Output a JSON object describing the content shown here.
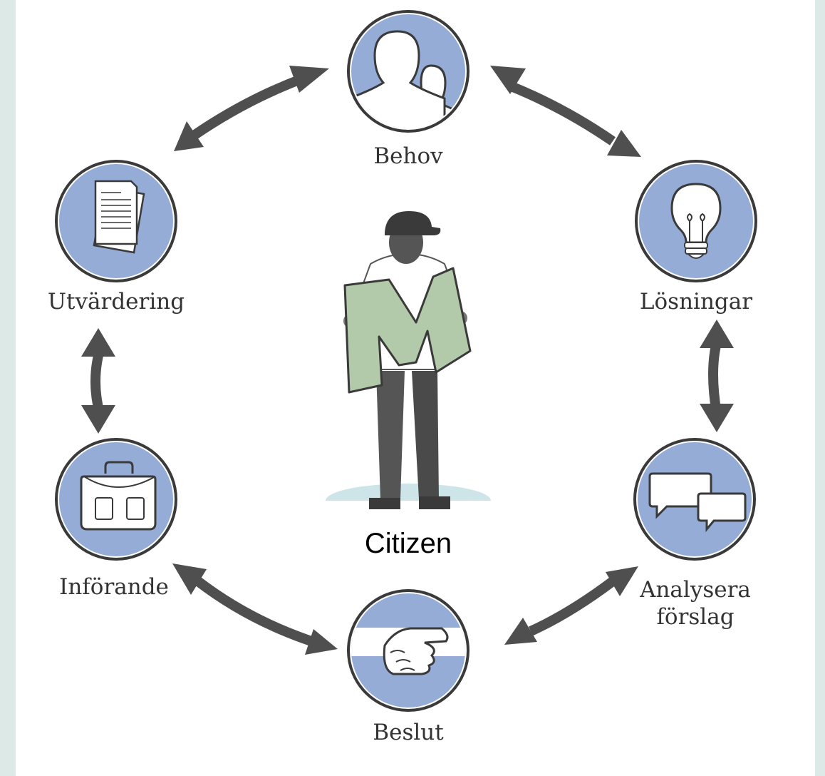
{
  "colors": {
    "frame": "#dde9e6",
    "node_fill": "#94acd6",
    "node_ring": "#3a3a3a",
    "arrow": "#4f4f4f",
    "letter_fill": "#b2c9aa",
    "ground": "#cde4e8",
    "person": "#555555"
  },
  "center": {
    "label": "Citizen",
    "letter": "M"
  },
  "nodes": [
    {
      "id": "behov",
      "label": "Behov",
      "icon": "people-icon"
    },
    {
      "id": "losningar",
      "label": "Lösningar",
      "icon": "lightbulb-icon"
    },
    {
      "id": "analysera",
      "label_line1": "Analysera",
      "label_line2": "förslag",
      "icon": "speech-bubbles-icon"
    },
    {
      "id": "beslut",
      "label": "Beslut",
      "icon": "handshake-icon"
    },
    {
      "id": "inforande",
      "label": "Införande",
      "icon": "briefcase-icon"
    },
    {
      "id": "utvardering",
      "label": "Utvärdering",
      "icon": "documents-icon"
    }
  ]
}
